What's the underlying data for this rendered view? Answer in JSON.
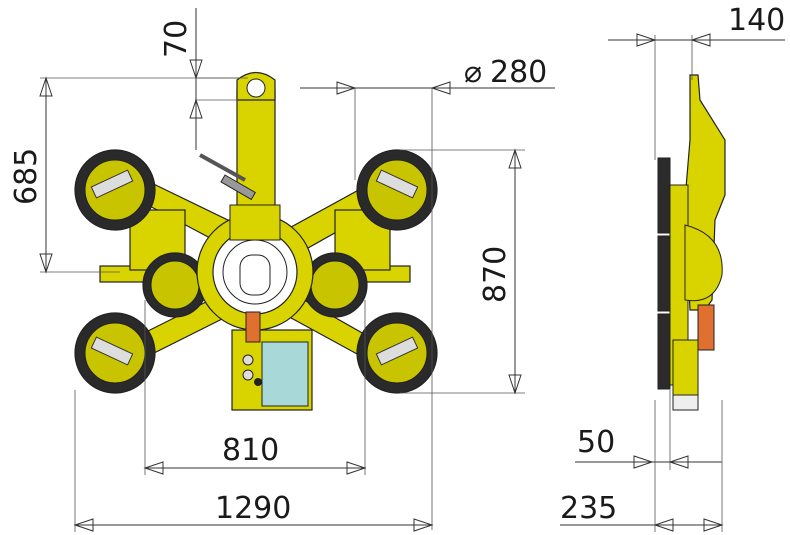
{
  "dimensions": {
    "lug_height": "70",
    "lug_to_center": "685",
    "pad_diameter_symbol": "⌀",
    "pad_diameter": "280",
    "vertical_pad_span": "870",
    "inner_pad_span": "810",
    "overall_width": "1290",
    "side_depth_top": "140",
    "side_offset": "50",
    "side_depth_bottom": "235"
  },
  "colors": {
    "body_yellow": "#d9d400",
    "pad_dark": "#2b2b2b",
    "pad_rim": "#c8c400",
    "control_box": "#a8d8d8",
    "accent_orange": "#e07030"
  }
}
